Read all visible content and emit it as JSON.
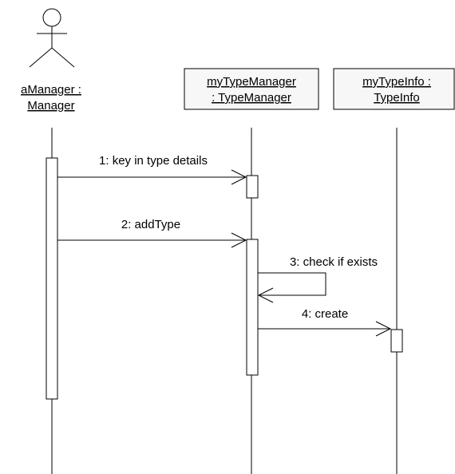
{
  "participants": [
    {
      "id": "manager",
      "line1": "aManager :",
      "line2": "Manager",
      "kind": "actor"
    },
    {
      "id": "typemanager",
      "line1": "myTypeManager",
      "line2": ": TypeManager",
      "kind": "object"
    },
    {
      "id": "typeinfo",
      "line1": "myTypeInfo :",
      "line2": "TypeInfo",
      "kind": "object"
    }
  ],
  "messages": [
    {
      "id": "m1",
      "label": "1: key in type details",
      "from": "manager",
      "to": "typemanager"
    },
    {
      "id": "m2",
      "label": "2: addType",
      "from": "manager",
      "to": "typemanager"
    },
    {
      "id": "m3",
      "label": "3: check if exists",
      "from": "typemanager",
      "to": "typemanager"
    },
    {
      "id": "m4",
      "label": "4: create",
      "from": "typemanager",
      "to": "typeinfo"
    }
  ]
}
